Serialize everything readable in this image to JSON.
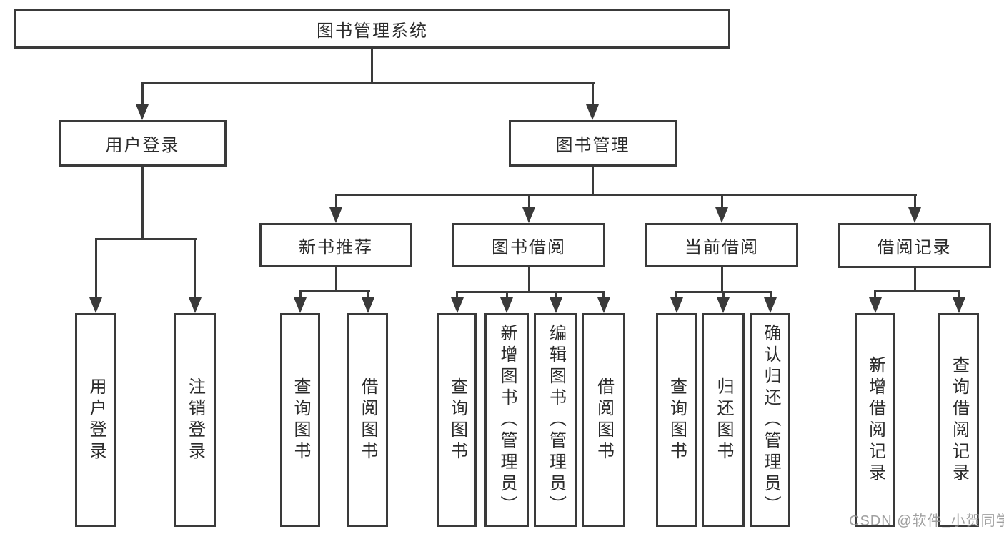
{
  "root": {
    "label": "图书管理系统"
  },
  "branches": [
    {
      "label": "用户登录",
      "leaves": [
        {
          "label": "用户登录"
        },
        {
          "label": "注销登录"
        }
      ]
    },
    {
      "label": "图书管理",
      "children": [
        {
          "label": "新书推荐",
          "leaves": [
            {
              "label": "查询图书"
            },
            {
              "label": "借阅图书"
            }
          ]
        },
        {
          "label": "图书借阅",
          "leaves": [
            {
              "label": "查询图书"
            },
            {
              "label": "新增图书（管理员）"
            },
            {
              "label": "编辑图书（管理员）"
            },
            {
              "label": "借阅图书"
            }
          ]
        },
        {
          "label": "当前借阅",
          "leaves": [
            {
              "label": "查询图书"
            },
            {
              "label": "归还图书"
            },
            {
              "label": "确认归还（管理员）"
            }
          ]
        },
        {
          "label": "借阅记录",
          "leaves": [
            {
              "label": "新增借阅记录"
            },
            {
              "label": "查询借阅记录"
            }
          ]
        }
      ]
    }
  ],
  "watermark": "CSDN @软件_小贺同学"
}
